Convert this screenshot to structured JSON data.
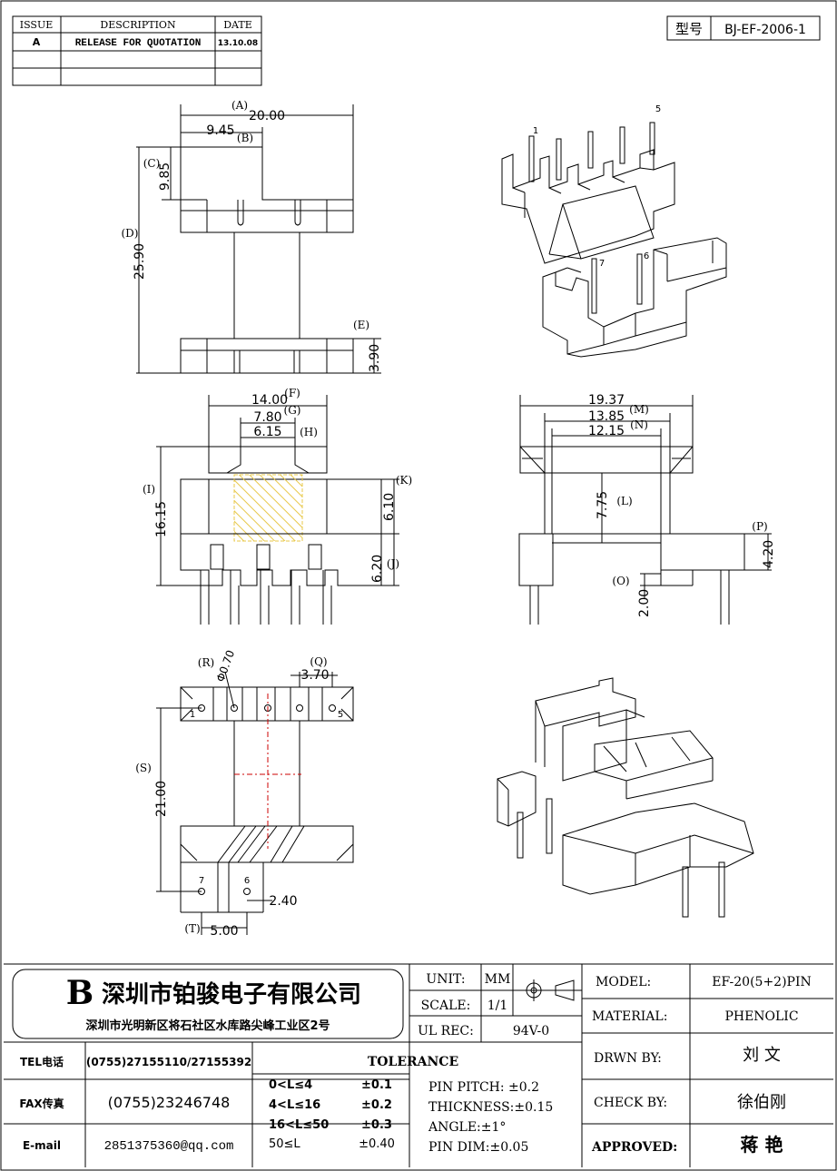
{
  "revision_table": {
    "headers": [
      "ISSUE",
      "DESCRIPTION",
      "DATE"
    ],
    "rows": [
      [
        "A",
        "RELEASE FOR QUOTATION",
        "13.10.08"
      ]
    ]
  },
  "part_box": {
    "label": "型号",
    "value": "BJ-EF-2006-1"
  },
  "top_view": {
    "dims": {
      "a_val": "20.00",
      "a_tag": "(A)",
      "b_val": "9.45",
      "b_tag": "(B)",
      "c_val": "9.85",
      "c_tag": "(C)",
      "d_val": "25.90",
      "d_tag": "(D)",
      "e_val": "3.90",
      "e_tag": "(E)"
    }
  },
  "front_view": {
    "dims": {
      "f_val": "14.00",
      "f_tag": "(F)",
      "g_val": "7.80",
      "g_tag": "(G)",
      "h_val": "6.15",
      "h_tag": "(H)",
      "i_val": "16.15",
      "i_tag": "(I)",
      "k_val": "6.10",
      "k_tag": "(K)",
      "j_val": "6.20",
      "j_tag": "(J)"
    }
  },
  "side_view": {
    "dims": {
      "m_val": "19.37",
      "m_tag": "(M)",
      "n_val": "13.85",
      "n_tag": "(N)",
      "w_val": "12.15",
      "l_val": "7.75",
      "l_tag": "(L)",
      "p_val": "4.20",
      "p_tag": "(P)",
      "o_val": "2.00",
      "o_tag": "(O)"
    }
  },
  "pin_view": {
    "dims": {
      "r_tag": "(R)",
      "r_val": "Φ0.70",
      "q_tag": "(Q)",
      "q_val": "3.70",
      "s_tag": "(S)",
      "s_val": "21.00",
      "u_val": "2.40",
      "t_tag": "(T)",
      "t_val": "5.00"
    },
    "pin_labels": {
      "p1": "1",
      "p5": "5",
      "p7": "7",
      "p6": "6"
    }
  },
  "iso_pins": {
    "p1": "1",
    "p5": "5",
    "p7": "7",
    "p6": "6"
  },
  "company": {
    "logo": "B",
    "name": "深圳市铂骏电子有限公司",
    "address": "深圳市光明新区将石社区水库路尖峰工业区2号"
  },
  "contact": [
    {
      "label": "TEL电话",
      "value": "(0755)27155110/27155392"
    },
    {
      "label": "FAX传真",
      "value": "(0755)23246748"
    },
    {
      "label": "E-mail",
      "value": "2851375360@qq.com"
    }
  ],
  "units": {
    "unit_label": "UNIT:",
    "unit_value": "MM",
    "scale_label": "SCALE:",
    "scale_value": "1/1",
    "ul_label": "UL REC:",
    "ul_value": "94V-0"
  },
  "tolerance": {
    "title": "TOLERANCE",
    "rows": [
      [
        "0<L≤4",
        "±0.1"
      ],
      [
        "4<L≤16",
        "±0.2"
      ],
      [
        "16<L≤50",
        "±0.3"
      ],
      [
        "50≤L",
        "±0.40"
      ]
    ],
    "notes": {
      "pin_pitch": "PIN PITCH: ±0.2",
      "thickness": "THICKNESS:±0.15",
      "angle": "ANGLE:±1°",
      "pin_dim": "PIN DIM:±0.05"
    }
  },
  "title_block": {
    "model_label": "MODEL:",
    "model_value": "EF-20(5+2)PIN",
    "material_label": "MATERIAL:",
    "material_value": "PHENOLIC",
    "drawn_label": "DRWN BY:",
    "drawn_value": "刘 文",
    "check_label": "CHECK BY:",
    "check_value": "徐伯刚",
    "approved_label": "APPROVED:",
    "approved_value": "蒋 艳"
  },
  "colors": {
    "ink": "#000000",
    "centerline": "#cc0000",
    "hatch": "#e8c84a"
  }
}
